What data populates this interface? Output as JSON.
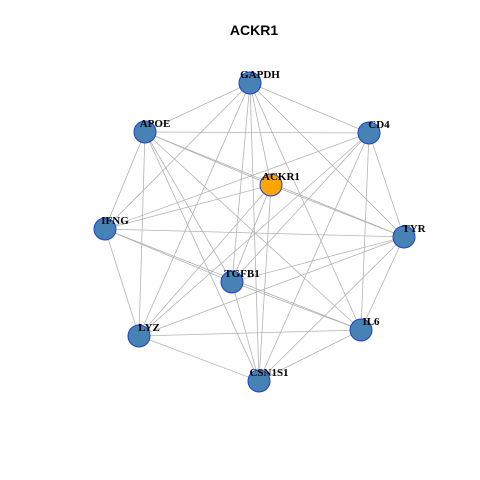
{
  "diagram": {
    "title": "ACKR1",
    "colors": {
      "node_fill": "#4682b4",
      "node_stroke": "#1e3fd0",
      "focus_fill": "#ffa500",
      "focus_stroke": "#1e3fd0",
      "edge": "#b3b3b3"
    },
    "nodes": [
      {
        "id": "GAPDH",
        "label": "GAPDH",
        "focus": false
      },
      {
        "id": "APOE",
        "label": "APOE",
        "focus": false
      },
      {
        "id": "CD4",
        "label": "CD4",
        "focus": false
      },
      {
        "id": "ACKR1",
        "label": "ACKR1",
        "focus": true
      },
      {
        "id": "IFNG",
        "label": "IFNG",
        "focus": false
      },
      {
        "id": "TYR",
        "label": "TYR",
        "focus": false
      },
      {
        "id": "TGFB1",
        "label": "TGFB1",
        "focus": false
      },
      {
        "id": "LYZ",
        "label": "LYZ",
        "focus": false
      },
      {
        "id": "IL6",
        "label": "IL6",
        "focus": false
      },
      {
        "id": "CSN1S1",
        "label": "CSN1S1",
        "focus": false
      }
    ],
    "edges": [
      [
        "GAPDH",
        "APOE"
      ],
      [
        "GAPDH",
        "CD4"
      ],
      [
        "GAPDH",
        "ACKR1"
      ],
      [
        "GAPDH",
        "IFNG"
      ],
      [
        "GAPDH",
        "TYR"
      ],
      [
        "GAPDH",
        "TGFB1"
      ],
      [
        "GAPDH",
        "LYZ"
      ],
      [
        "GAPDH",
        "IL6"
      ],
      [
        "GAPDH",
        "CSN1S1"
      ],
      [
        "APOE",
        "CD4"
      ],
      [
        "APOE",
        "ACKR1"
      ],
      [
        "APOE",
        "IFNG"
      ],
      [
        "APOE",
        "TYR"
      ],
      [
        "APOE",
        "TGFB1"
      ],
      [
        "APOE",
        "LYZ"
      ],
      [
        "APOE",
        "IL6"
      ],
      [
        "APOE",
        "CSN1S1"
      ],
      [
        "CD4",
        "IFNG"
      ],
      [
        "CD4",
        "TYR"
      ],
      [
        "CD4",
        "TGFB1"
      ],
      [
        "CD4",
        "LYZ"
      ],
      [
        "CD4",
        "IL6"
      ],
      [
        "CD4",
        "CSN1S1"
      ],
      [
        "ACKR1",
        "IFNG"
      ],
      [
        "ACKR1",
        "TYR"
      ],
      [
        "ACKR1",
        "TGFB1"
      ],
      [
        "ACKR1",
        "LYZ"
      ],
      [
        "ACKR1",
        "CSN1S1"
      ],
      [
        "IFNG",
        "TYR"
      ],
      [
        "IFNG",
        "LYZ"
      ],
      [
        "IFNG",
        "IL6"
      ],
      [
        "IFNG",
        "TGFB1"
      ],
      [
        "TYR",
        "TGFB1"
      ],
      [
        "TYR",
        "LYZ"
      ],
      [
        "TYR",
        "IL6"
      ],
      [
        "TYR",
        "CSN1S1"
      ],
      [
        "TGFB1",
        "IL6"
      ],
      [
        "TGFB1",
        "CSN1S1"
      ],
      [
        "LYZ",
        "IL6"
      ],
      [
        "LYZ",
        "CSN1S1"
      ],
      [
        "IL6",
        "CSN1S1"
      ]
    ]
  }
}
